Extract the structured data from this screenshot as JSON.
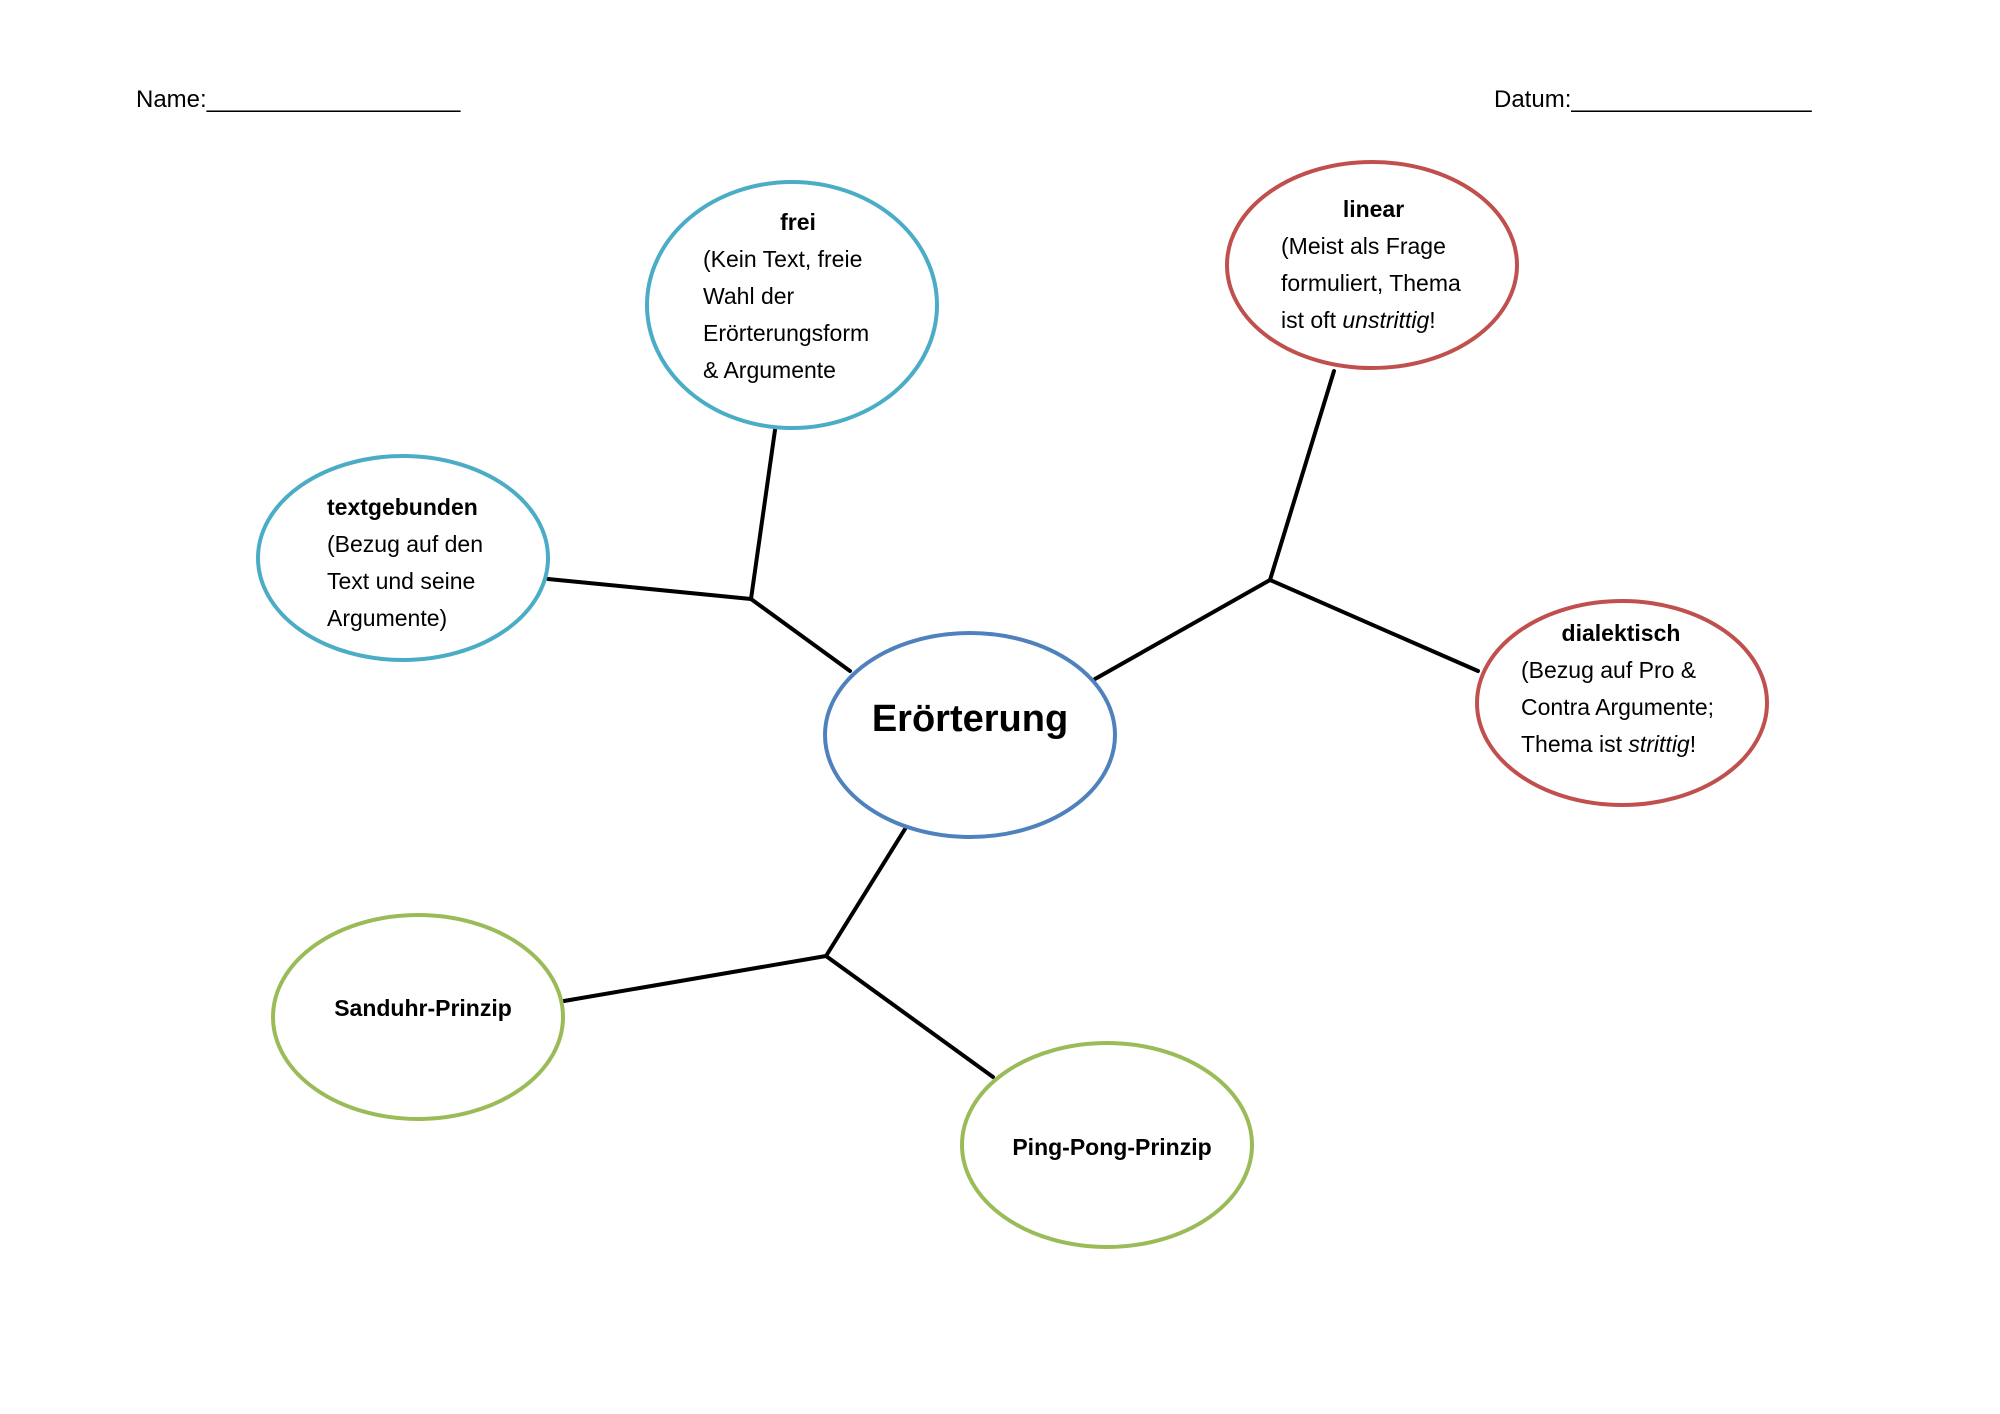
{
  "header": {
    "name_label": "Name:___________________",
    "date_label": "Datum:__________________"
  },
  "colors": {
    "blue_group": "#4bacc6",
    "red_group": "#c0504d",
    "green_group": "#9bbb59",
    "center": "#4f81bd",
    "connector": "#000000"
  },
  "center": {
    "label": "Erörterung"
  },
  "nodes": {
    "frei": {
      "title": "frei",
      "lines": [
        "(Kein Text, freie",
        "Wahl der",
        "Erörterungsform",
        "& Argumente"
      ]
    },
    "textgebunden": {
      "title": "textgebunden",
      "lines": [
        "(Bezug auf den",
        "Text und seine",
        "Argumente)"
      ]
    },
    "linear": {
      "title": "linear",
      "lines": [
        "(Meist als Frage",
        "formuliert, Thema"
      ],
      "last_prefix": "ist oft ",
      "last_italic": "unstrittig",
      "last_suffix": "!"
    },
    "dialektisch": {
      "title": "dialektisch",
      "lines": [
        "(Bezug auf Pro &",
        "Contra Argumente;"
      ],
      "last_prefix": "Thema ist ",
      "last_italic": "strittig",
      "last_suffix": "!"
    },
    "sanduhr": {
      "title": "Sanduhr-Prinzip"
    },
    "pingpong": {
      "title": "Ping-Pong-Prinzip"
    }
  }
}
